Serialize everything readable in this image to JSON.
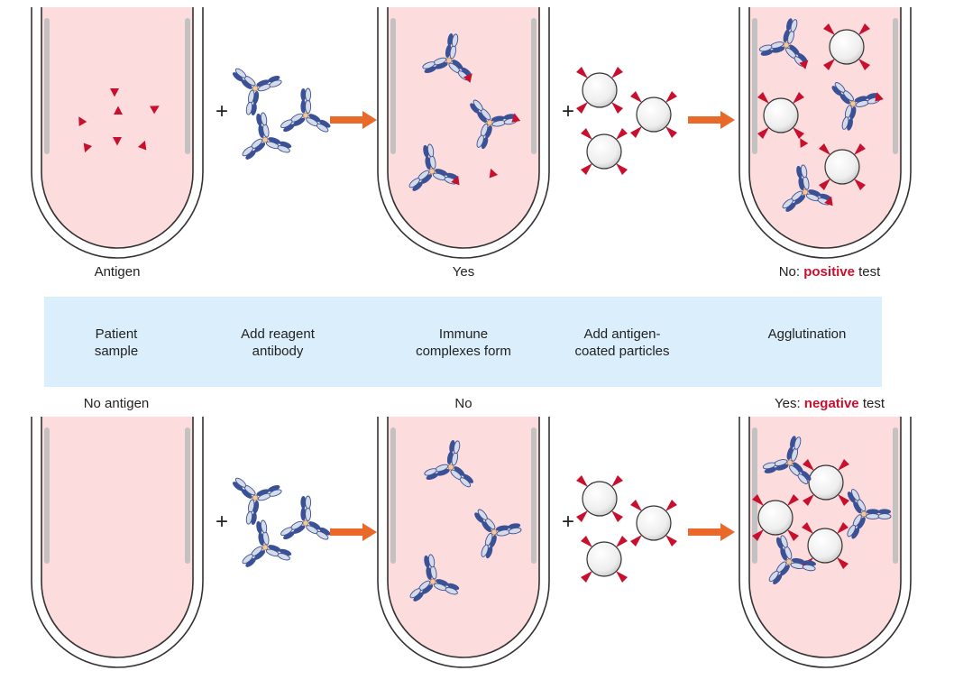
{
  "labels": {
    "top_antigen": "Antigen",
    "top_yes": "Yes",
    "top_result_prefix": "No: ",
    "top_result_keyword": "positive",
    "top_result_suffix": " test",
    "bottom_no_antigen": "No antigen",
    "bottom_no": "No",
    "bottom_result_prefix": "Yes: ",
    "bottom_result_keyword": "negative",
    "bottom_result_suffix": " test"
  },
  "steps": [
    {
      "line1": "Patient",
      "line2": "sample"
    },
    {
      "line1": "Add reagent",
      "line2": "antibody"
    },
    {
      "line1": "Immune",
      "line2": "complexes form"
    },
    {
      "line1": "Add antigen-",
      "line2": "coated particles"
    },
    {
      "line1": "Agglutination",
      "line2": ""
    }
  ],
  "symbols": {
    "plus": "+"
  },
  "colors": {
    "tube_fill": "#fcdcdc",
    "antigen": "#c8102e",
    "antibody_dark": "#3b5196",
    "antibody_light": "#d6dbe8",
    "arrow": "#e8692a",
    "band": "#dbeefb",
    "accent_text": "#c8102e"
  },
  "icons": [
    "test-tube",
    "antigen-triangle",
    "y-antibody",
    "coated-particle",
    "orange-arrow",
    "plus-sign"
  ]
}
